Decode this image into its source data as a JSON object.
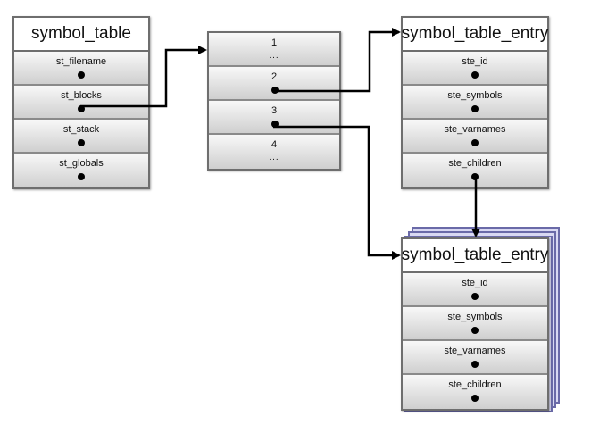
{
  "symbol_table": {
    "title": "symbol_table",
    "fields": [
      "st_filename",
      "st_blocks",
      "st_stack",
      "st_globals"
    ]
  },
  "blocks": {
    "slots": [
      {
        "number": "1",
        "ellipsis": "..."
      },
      {
        "number": "2",
        "ellipsis": ""
      },
      {
        "number": "3",
        "ellipsis": ""
      },
      {
        "number": "4",
        "ellipsis": "..."
      }
    ]
  },
  "entry_top": {
    "title": "symbol_table_entry",
    "fields": [
      "ste_id",
      "ste_symbols",
      "ste_varnames",
      "ste_children"
    ]
  },
  "entry_bottom": {
    "title": "symbol_table_entry",
    "fields": [
      "ste_id",
      "ste_symbols",
      "ste_varnames",
      "ste_children"
    ]
  },
  "colors": {
    "border": "#6e6e6e",
    "cell_gradient_top": "#f8f8f8",
    "cell_gradient_bottom": "#cfcfcf",
    "stack_tint": "#d9d9f2",
    "stack_border": "#6a6aa8",
    "arrow": "#000000"
  }
}
